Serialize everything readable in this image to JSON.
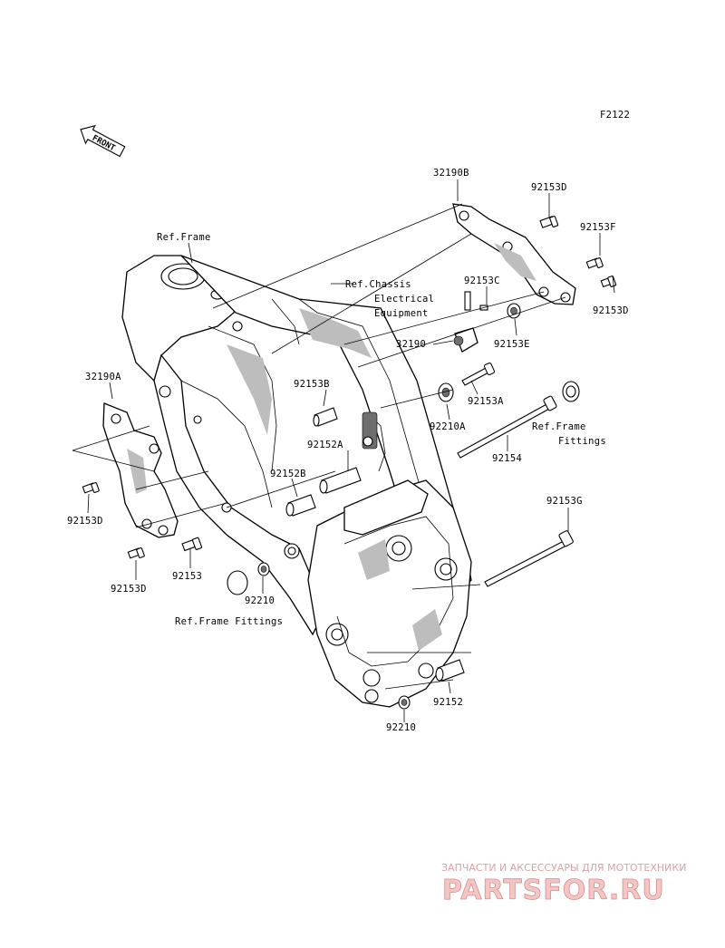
{
  "diagram_code": "F2122",
  "front_arrow_label": "FRONT",
  "callouts": {
    "p32190B": "32190B",
    "p92153D_top": "92153D",
    "p92153F": "92153F",
    "p92153C": "92153C",
    "p92153D_right": "92153D",
    "ref_frame": "Ref.Frame",
    "ref_chassis_1": "Ref.Chassis",
    "ref_chassis_2": "Electrical",
    "ref_chassis_3": "Equipment",
    "p32190": "32190",
    "p92153E": "92153E",
    "p32190A": "32190A",
    "p92153B": "92153B",
    "p92153A": "92153A",
    "p92210A": "92210A",
    "ref_frame_fittings_r1": "Ref.Frame",
    "ref_frame_fittings_r2": "Fittings",
    "p92152A": "92152A",
    "p92154": "92154",
    "p92153D_left": "92153D",
    "p92152B": "92152B",
    "p92153G": "92153G",
    "p92153D_lower": "92153D",
    "p92153": "92153",
    "p92210": "92210",
    "ref_frame_fittings_bottom": "Ref.Frame Fittings",
    "p92152": "92152",
    "p92210_bottom": "92210"
  },
  "watermark": {
    "tagline": "ЗАПЧАСТИ И АКСЕССУАРЫ ДЛЯ МОТОТЕХНИКИ",
    "brand": "PARTSFOR.RU"
  }
}
